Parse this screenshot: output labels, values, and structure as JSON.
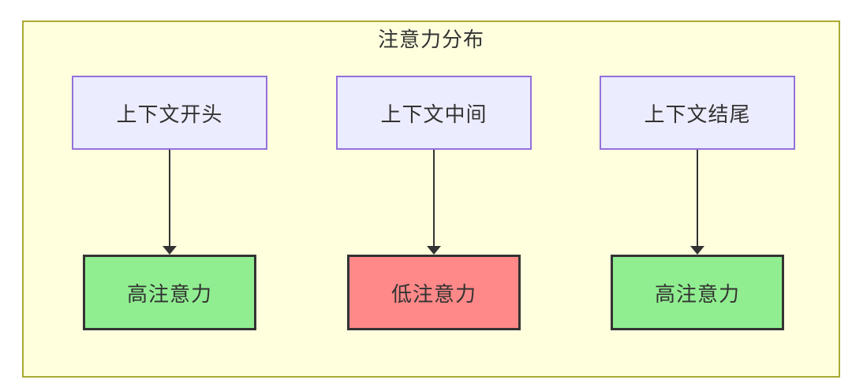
{
  "diagram": {
    "type": "flowchart",
    "title": "注意力分布",
    "columns": [
      {
        "source": "上下文开头",
        "result": "高注意力",
        "attention": "high"
      },
      {
        "source": "上下文中间",
        "result": "低注意力",
        "attention": "low"
      },
      {
        "source": "上下文结尾",
        "result": "高注意力",
        "attention": "high"
      }
    ],
    "colors": {
      "container_bg": "#ffffde",
      "container_border": "#aaaa33",
      "source_bg": "#ececff",
      "source_border": "#9370db",
      "high_bg": "#90ee90",
      "low_bg": "#ff8888",
      "node_border": "#333333",
      "arrow": "#333333",
      "text": "#333333"
    }
  }
}
